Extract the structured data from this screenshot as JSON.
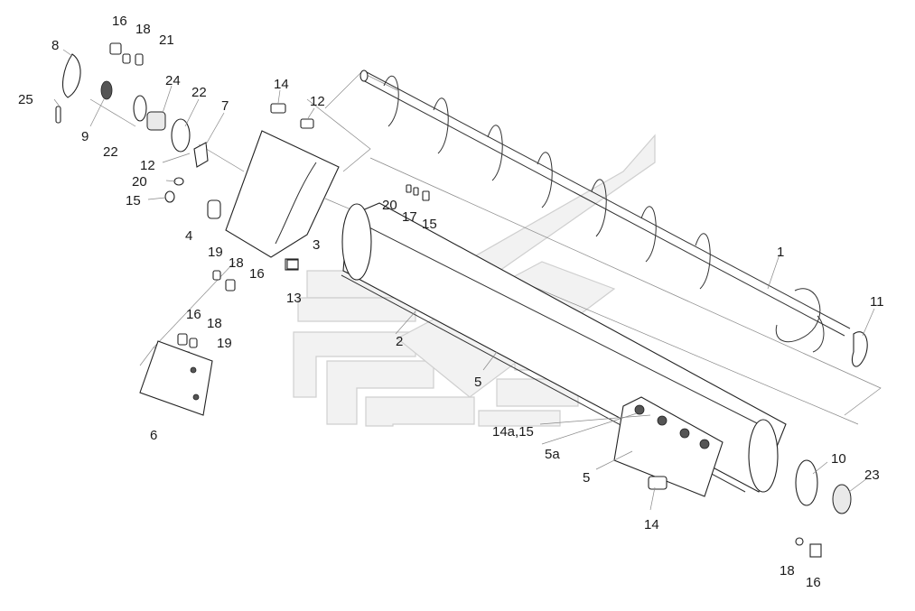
{
  "callouts": {
    "c1": "1",
    "c2": "2",
    "c3": "3",
    "c4": "4",
    "c5a_left": "5",
    "c5_lower": "5",
    "c5a": "5a",
    "c6": "6",
    "c7": "7",
    "c8": "8",
    "c9": "9",
    "c10": "10",
    "c11": "11",
    "c12_top": "12",
    "c12_left": "12",
    "c13": "13",
    "c14_top": "14",
    "c14_bottom": "14",
    "c14a15": "14a,15",
    "c15_left": "15",
    "c15_mid": "15",
    "c16_top": "16",
    "c16_mid": "16",
    "c16_mid2": "16",
    "c16_bottom": "16",
    "c17": "17",
    "c18_top": "18",
    "c18_mid": "18",
    "c18_mid2": "18",
    "c18_bottom": "18",
    "c19_a": "19",
    "c19_b": "19",
    "c20_left": "20",
    "c20_mid": "20",
    "c21": "21",
    "c22_left": "22",
    "c22_mid": "22",
    "c23": "23",
    "c24": "24",
    "c25": "25"
  }
}
